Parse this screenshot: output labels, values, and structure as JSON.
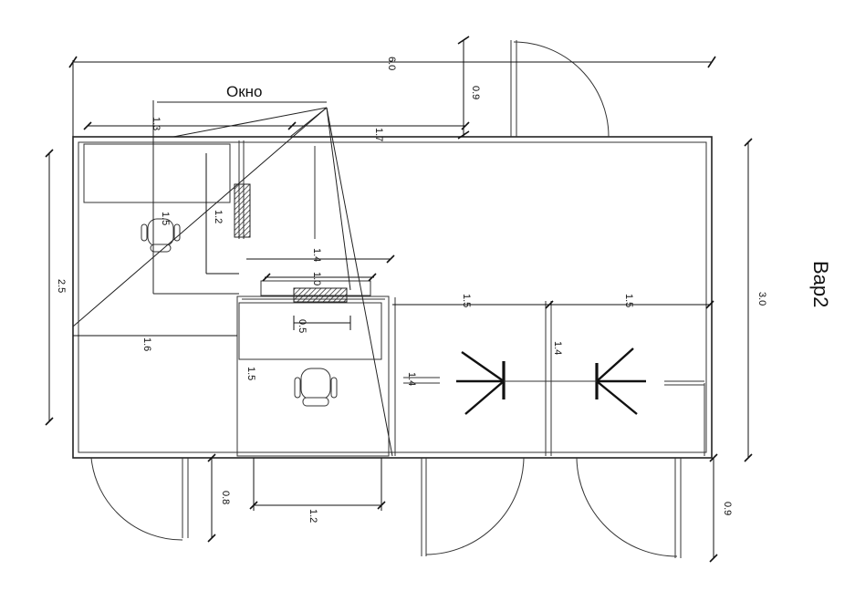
{
  "labels": {
    "window": "Окно",
    "variant": "Вар2"
  },
  "dimensions": {
    "d_6_0": "6.0",
    "d_0_9_top": "0.9",
    "d_1_3": "1.3",
    "d_1_7": "1.7",
    "d_1_5_desk": "1.5",
    "d_1_2_desk": "1.2",
    "d_1_4_mid": "1.4",
    "d_1_0": "1.0",
    "d_2_5": "2.5",
    "d_1_6": "1.6",
    "d_0_5": "0.5",
    "d_1_5_room": "1.5",
    "d_1_5_a": "1.5",
    "d_1_5_b": "1.5",
    "d_1_4_a": "1.4",
    "d_1_4_b": "1.4",
    "d_3_0": "3.0",
    "d_0_8": "0.8",
    "d_1_2_door": "1.2",
    "d_0_9_bottom": "0.9"
  }
}
